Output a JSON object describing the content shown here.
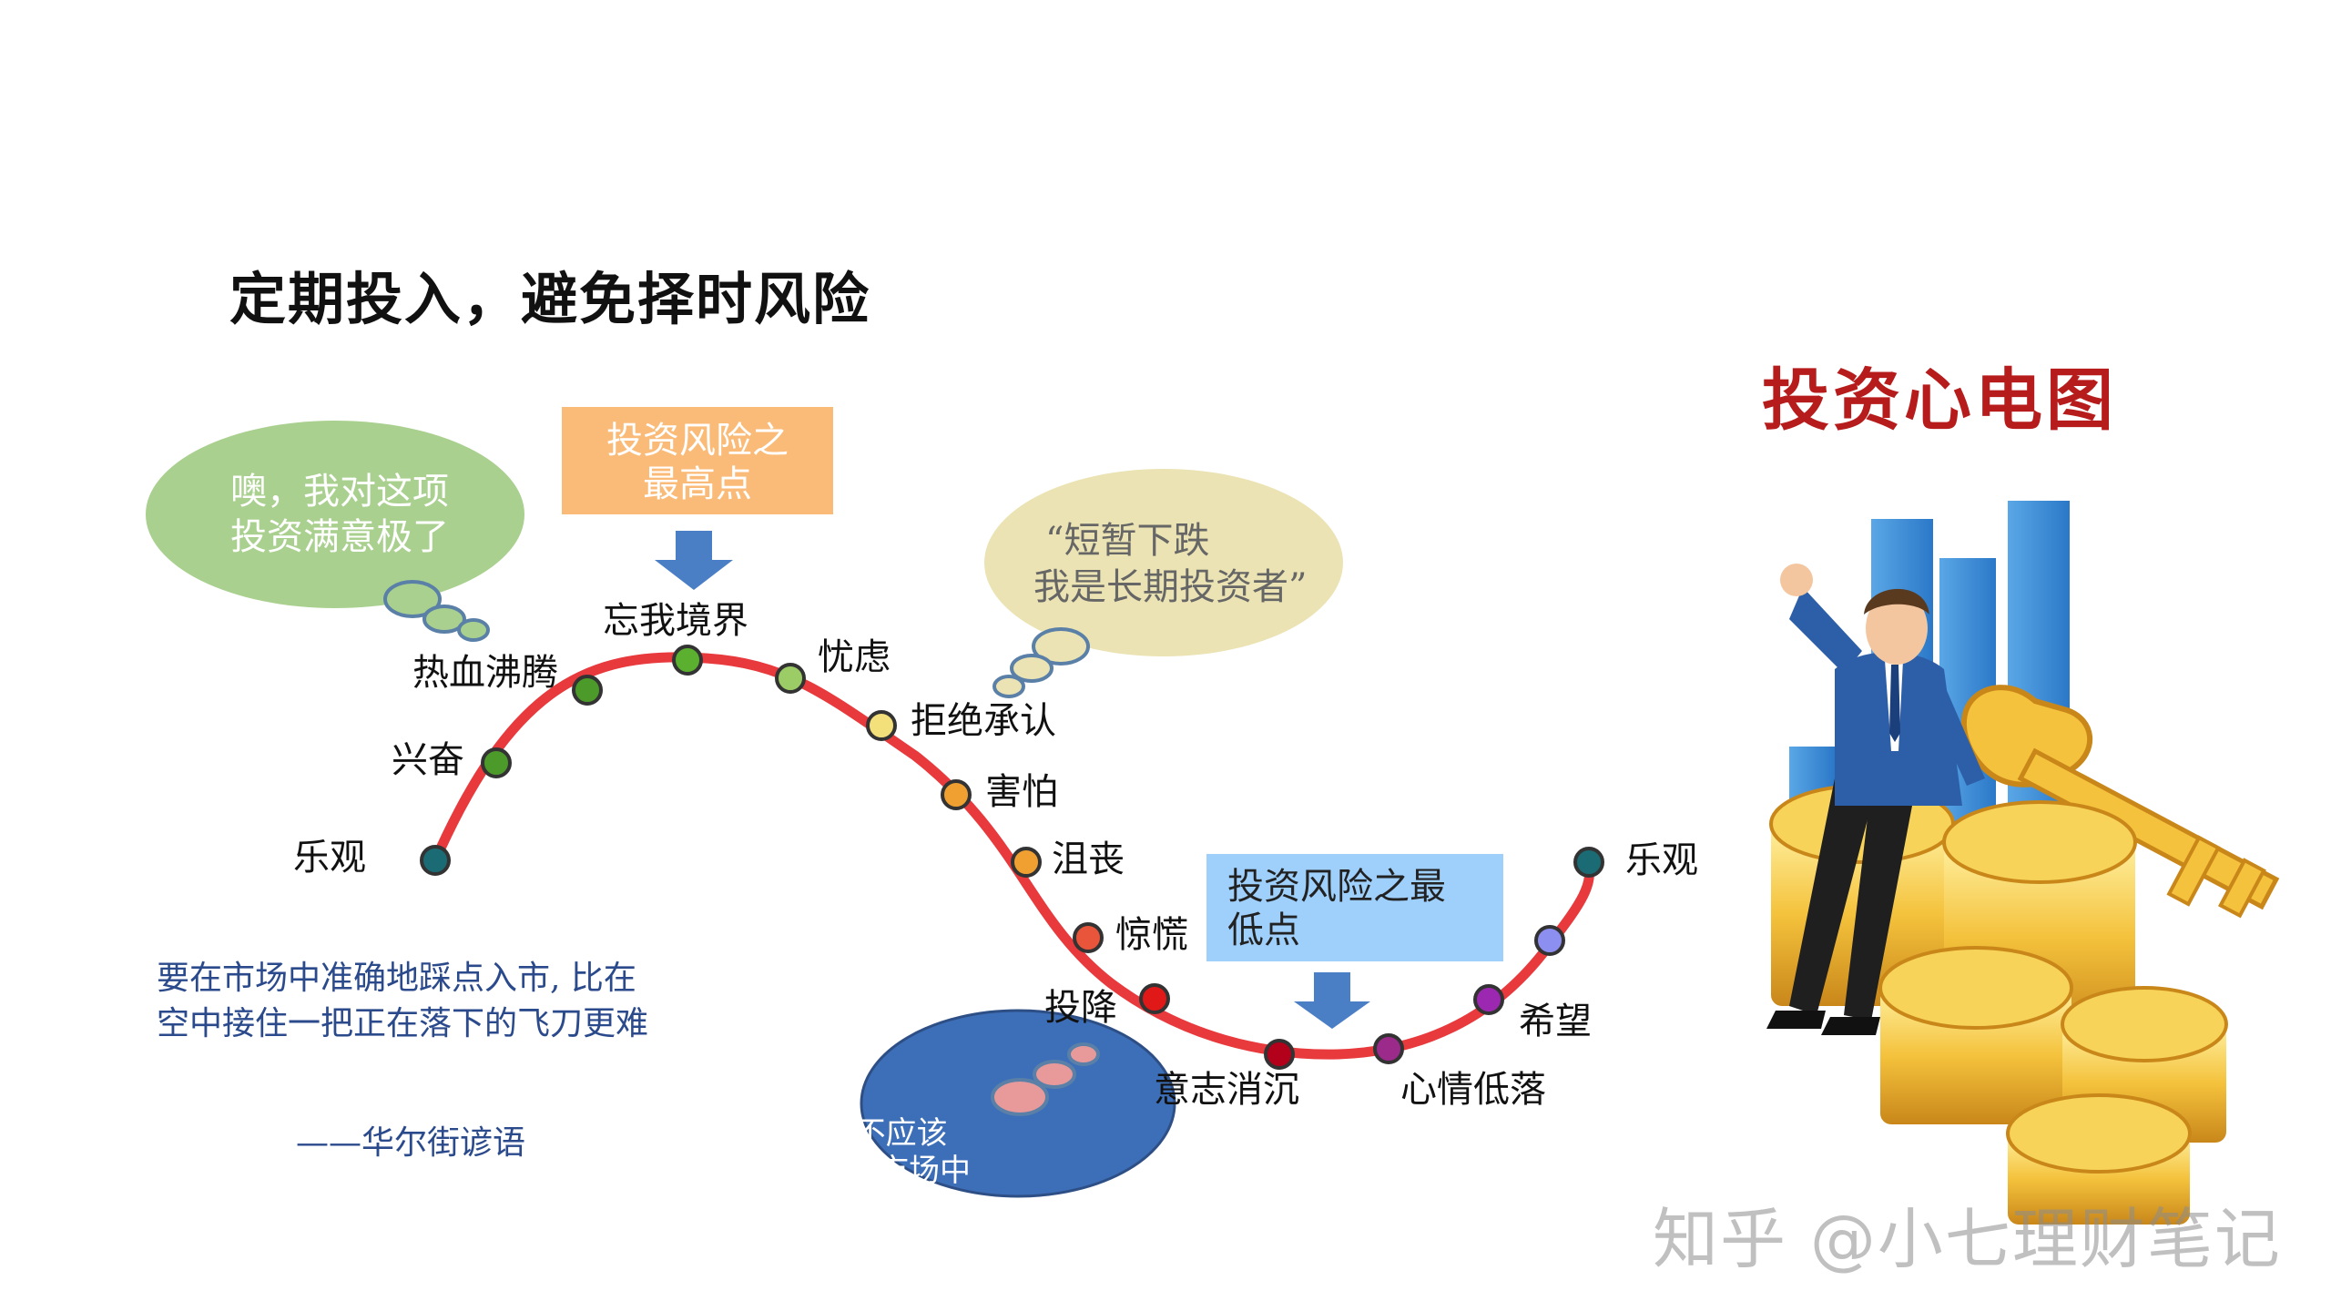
{
  "title": "定期投入，避免择时风险",
  "heart_title": "投资心电图",
  "peak_box": {
    "line1": "投资风险之",
    "line2": "最高点"
  },
  "trough_box": {
    "line1": "投资风险之最",
    "line2": "低点"
  },
  "bubbles": {
    "satisfied": {
      "line1": "噢，我对这项",
      "line2": "投资满意极了"
    },
    "denial": {
      "line1": "“短暂下跌",
      "line2": "我是长期投资者”"
    },
    "regret": {
      "line1": "“也许我不应该",
      "line2": "继续停留在市场中"
    }
  },
  "stages": [
    {
      "label": "乐观",
      "color": "#1a6b73"
    },
    {
      "label": "兴奋",
      "color": "#4c9a2a"
    },
    {
      "label": "热血沸腾",
      "color": "#4c9a2a"
    },
    {
      "label": "忘我境界",
      "color": "#5bb030"
    },
    {
      "label": "忧虑",
      "color": "#9ccc65"
    },
    {
      "label": "拒绝承认",
      "color": "#f3e07a"
    },
    {
      "label": "害怕",
      "color": "#f0a030"
    },
    {
      "label": "沮丧",
      "color": "#f0a030"
    },
    {
      "label": "惊慌",
      "color": "#e8553a"
    },
    {
      "label": "投降",
      "color": "#e01818"
    },
    {
      "label": "意志消沉",
      "color": "#b3001b"
    },
    {
      "label": "心情低落",
      "color": "#9b2a8a"
    },
    {
      "label": "希望",
      "color": "#9c27b0"
    },
    {
      "label": "",
      "color": "#8c8ff0"
    },
    {
      "label": "乐观",
      "color": "#1a6b73"
    }
  ],
  "quote": {
    "text": "要在市场中准确地踩点入市, 比在空中接住一把正在落下的飞刀更难",
    "source": "——华尔街谚语"
  },
  "watermark": "知乎 @小七理财笔记",
  "colors": {
    "curve": "#e8393d",
    "peak_box": "#fbbb78",
    "trough_box": "#9fd0fb",
    "arrow": "#4a7ec5",
    "bubble_green": "#a9d08e",
    "bubble_tan": "#ebe3b3",
    "bubble_blue": "#3d6fb8",
    "title_red": "#b71c1c"
  }
}
